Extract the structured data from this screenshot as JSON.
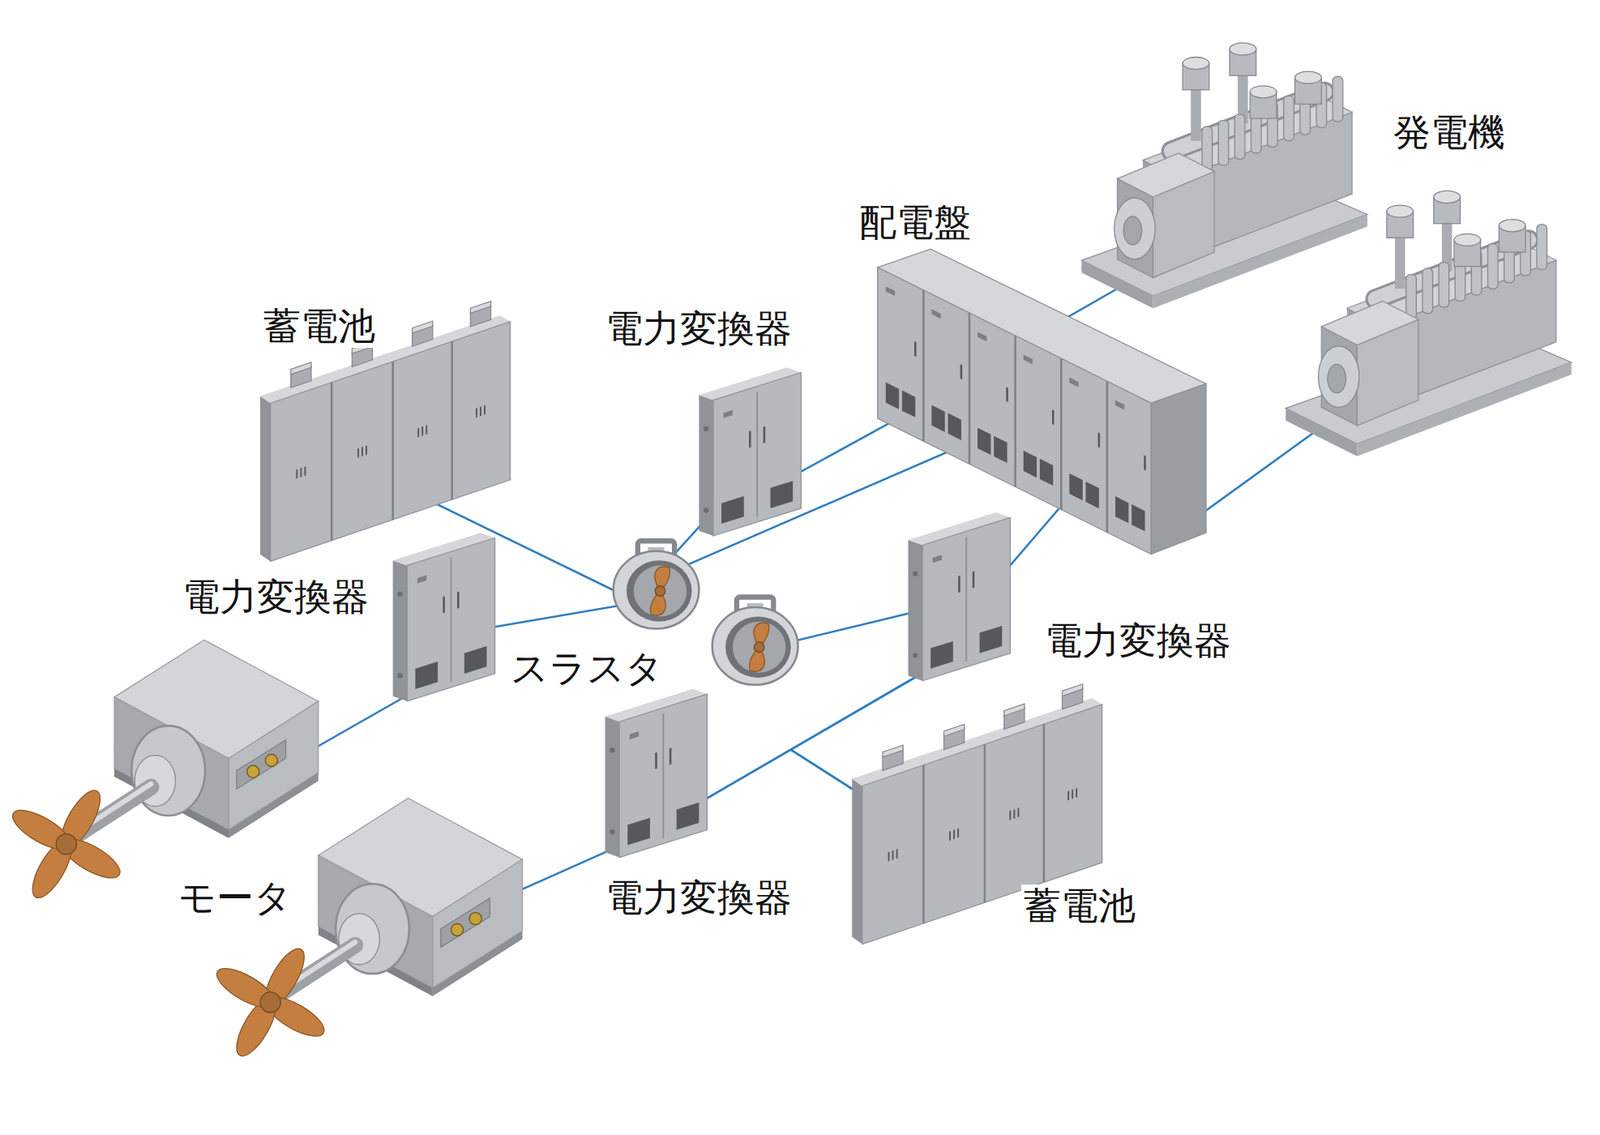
{
  "diagram": {
    "nodes": [
      {
        "text": [
          "発電機"
        ]
      },
      {
        "text": [
          "配電盤"
        ]
      },
      {
        "text": [
          "蓄電池"
        ]
      },
      {
        "text": [
          "電力変換器"
        ]
      },
      {
        "text": [
          "電力変換器"
        ]
      },
      {
        "text": [
          "スラスタ"
        ]
      },
      {
        "text": [
          "電力変換器"
        ]
      },
      {
        "text": [
          "モータ"
        ]
      },
      {
        "text": [
          "電力変換器"
        ]
      },
      {
        "text": [
          "蓄電池"
        ]
      }
    ],
    "edges": [
      {
        "from": 0,
        "to": 1,
        "arrow": "none"
      },
      {
        "from": 0,
        "to": 1,
        "arrow": "none"
      },
      {
        "from": 3,
        "to": 1,
        "arrow": "none"
      },
      {
        "from": 3,
        "to": 5,
        "arrow": "none"
      },
      {
        "from": 2,
        "to": 5,
        "arrow": "none"
      },
      {
        "from": 4,
        "to": 5,
        "arrow": "none"
      },
      {
        "from": 5,
        "to": 1,
        "arrow": "none"
      },
      {
        "from": 4,
        "to": 7,
        "arrow": "none"
      },
      {
        "from": 6,
        "to": 5,
        "arrow": "none"
      },
      {
        "from": 6,
        "to": 1,
        "arrow": "none"
      },
      {
        "from": 8,
        "to": 6,
        "arrow": "none"
      },
      {
        "from": 9,
        "to": 6,
        "arrow": "none"
      },
      {
        "from": 9,
        "to": 8,
        "arrow": "none"
      },
      {
        "from": 8,
        "to": 7,
        "arrow": "none"
      }
    ]
  }
}
